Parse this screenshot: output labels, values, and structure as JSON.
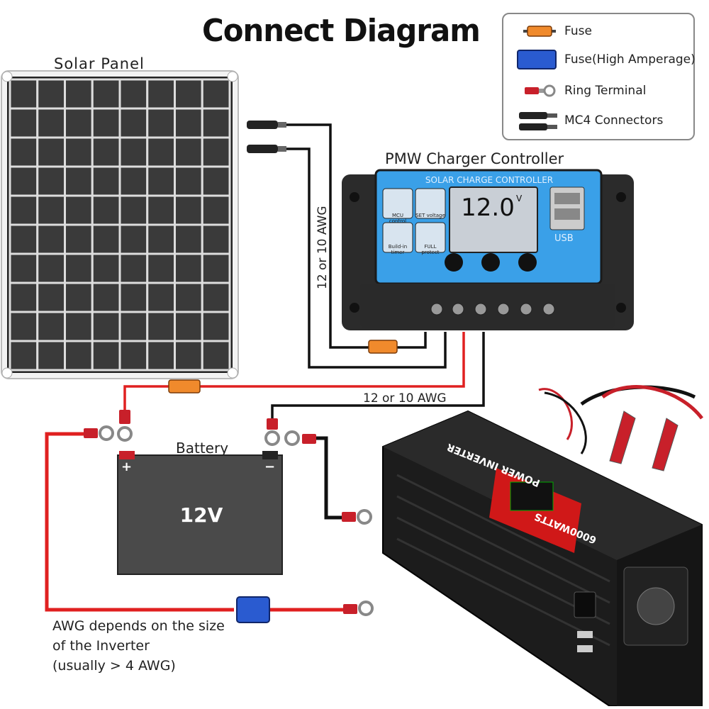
{
  "title": "Connect Diagram",
  "legend": {
    "items": [
      {
        "label": "Fuse",
        "icon": "fuse-icon",
        "color": "#f08a2c"
      },
      {
        "label": "Fuse(High Amperage)",
        "icon": "high-amperage-fuse-icon",
        "color": "#2a5bd0"
      },
      {
        "label": "Ring Terminal",
        "icon": "ring-terminal-icon",
        "color": "#c8202a"
      },
      {
        "label": "MC4 Connectors",
        "icon": "mc4-connector-icon",
        "color": "#222222"
      }
    ]
  },
  "labels": {
    "solar_panel": "Solar Panel",
    "controller": "PMW Charger Controller",
    "battery": "Battery",
    "battery_voltage": "12V",
    "battery_plus": "+",
    "battery_minus": "−",
    "awg_vertical": "12 or 10 AWG",
    "awg_horizontal": "12 or 10 AWG",
    "awg_note_line1": "AWG depends on the size",
    "awg_note_line2": "of the Inverter",
    "awg_note_line3": "(usually  > 4 AWG)"
  },
  "controller": {
    "header": "SOLAR CHARGE CONTROLLER",
    "display_value": "12.0",
    "display_unit": "V",
    "btn_mcu": "MCU control",
    "btn_set": "SET voltage",
    "btn_timer": "Build-in timer",
    "btn_full": "FULL protect",
    "usb_label": "USB"
  },
  "inverter": {
    "brand": "POWER INVERTER",
    "watts": "6000WATTS"
  },
  "colors": {
    "red_wire": "#e02020",
    "black_wire": "#111111",
    "controller_blue": "#3aa0e8",
    "battery_body": "#4a4a4a"
  }
}
